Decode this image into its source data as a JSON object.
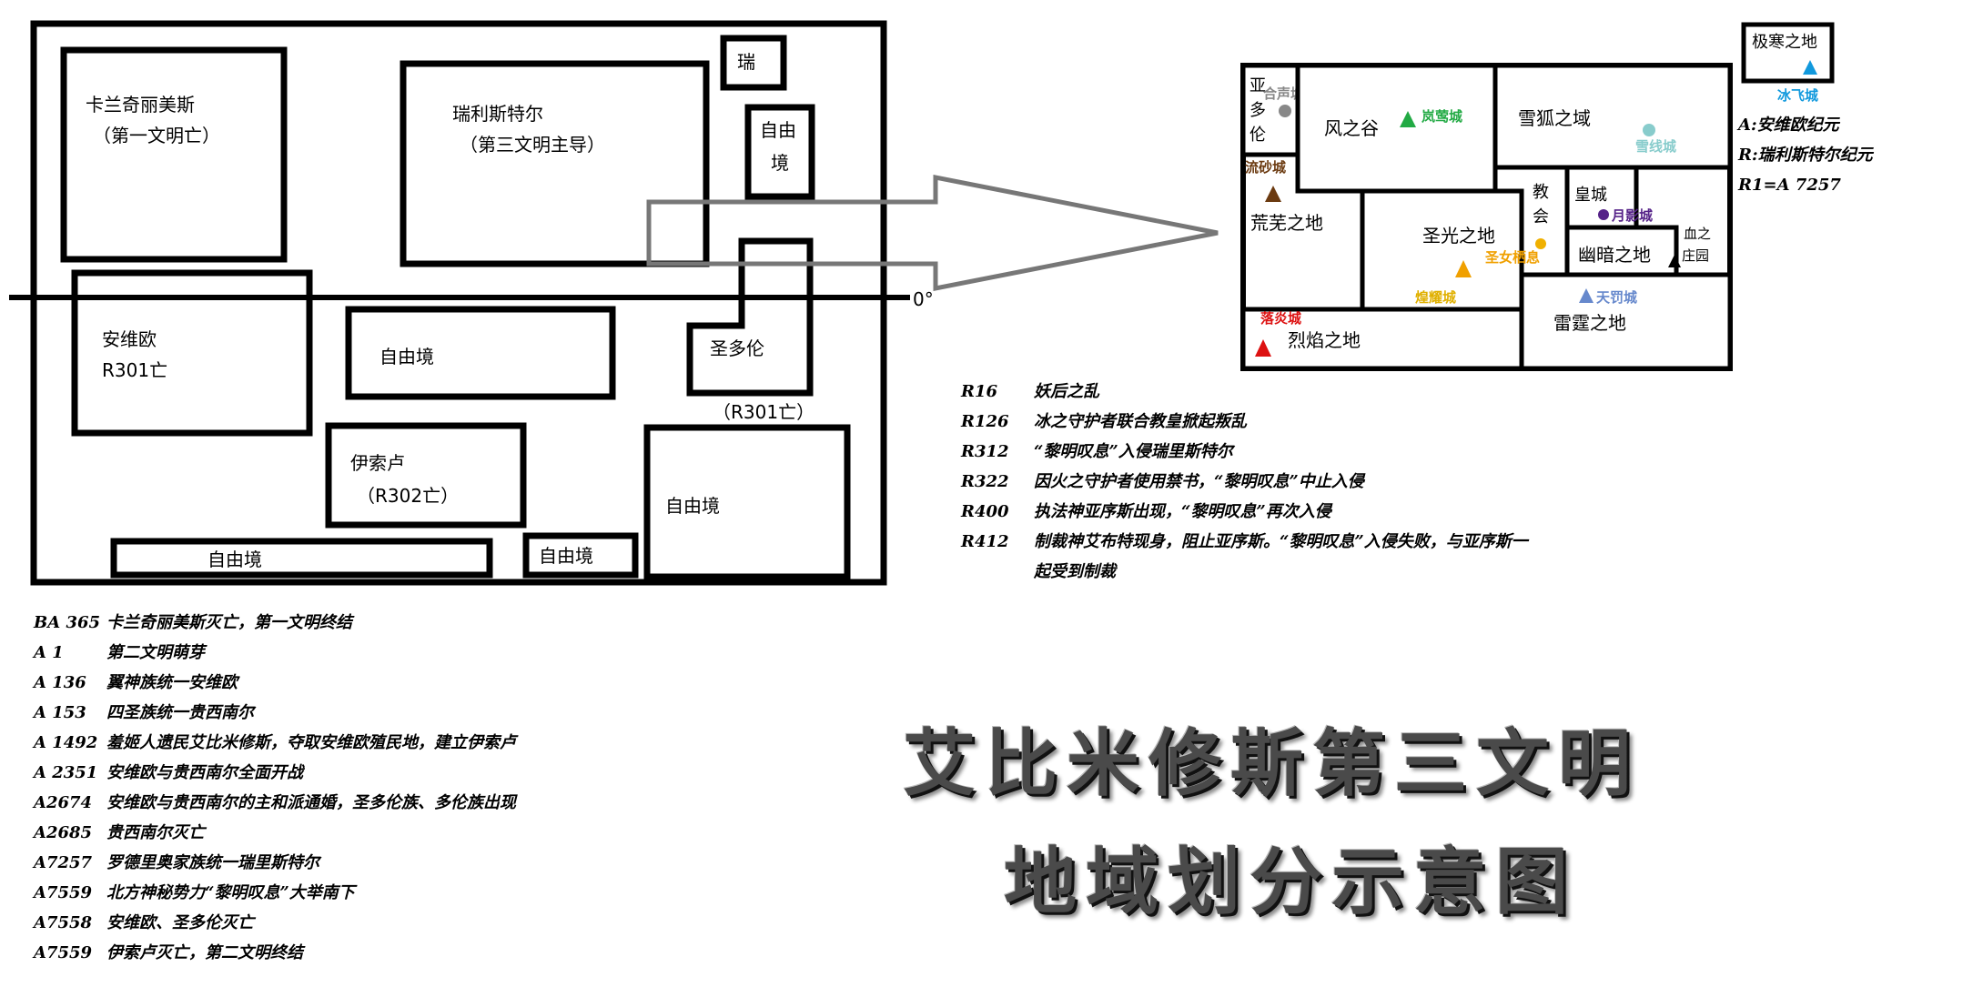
{
  "left_map": {
    "regions": {
      "kalanqi": [
        "卡兰奇丽美斯",
        "（第一文明亡）"
      ],
      "ruilisi": [
        "瑞利斯特尔",
        "（第三文明主导）"
      ],
      "rui": "瑞",
      "ziyou_top": [
        "自由",
        "境"
      ],
      "anweiou": [
        "安维欧",
        "R301亡"
      ],
      "ziyou_mid": "自由境",
      "shengduolun": "圣多伦",
      "shengduolun_status": "（R301亡）",
      "yisuolu": [
        "伊索卢",
        "（R302亡）"
      ],
      "ziyou_right": "自由境",
      "ziyou_bottom_long": "自由境",
      "ziyou_bottom_small": "自由境"
    },
    "equator_label": "0°"
  },
  "right_map": {
    "jihan": "极寒之地",
    "bingfei_city": "冰飞城",
    "yaduolun": [
      "亚",
      "多",
      "伦"
    ],
    "hesheng_city": "合声城",
    "fengzhigu": "风之谷",
    "lanying_city": "岚莺城",
    "xuehu": "雪狐之域",
    "xuexian_city": "雪线城",
    "liusha_city": "流砂城",
    "huangwu": "荒芜之地",
    "shengguang": "圣光之地",
    "shengnv": "圣女栖息",
    "jiaohui": [
      "教",
      "会"
    ],
    "huangcheng": "皇城",
    "yueying_city": "月影城",
    "xuezhi": [
      "血之",
      "庄园"
    ],
    "youan": "幽暗之地",
    "luoyan_city": "落炎城",
    "lieyan": "烈焰之地",
    "huangyao_city": "煌耀城",
    "tianfa_city": "天罚城",
    "leiting": "雷霆之地"
  },
  "legend": [
    "A:安维欧纪元",
    "R:瑞利斯特尔纪元",
    "R1=A 7257"
  ],
  "r_timeline": [
    [
      "R16",
      "妖后之乱"
    ],
    [
      "R126",
      "冰之守护者联合教皇掀起叛乱"
    ],
    [
      "R312",
      "“黎明叹息”入侵瑞里斯特尔"
    ],
    [
      "R322",
      "因火之守护者使用禁书，“黎明叹息”中止入侵"
    ],
    [
      "R400",
      "执法神亚序斯出现，“黎明叹息”再次入侵"
    ],
    [
      "R412",
      "制裁神艾布特现身，阻止亚序斯。“黎明叹息”入侵失败，与亚序斯一"
    ],
    [
      "",
      "起受到制裁"
    ]
  ],
  "a_timeline": [
    [
      "BA 365",
      "卡兰奇丽美斯灭亡，第一文明终结"
    ],
    [
      "A 1",
      "第二文明萌芽"
    ],
    [
      "A 136",
      "翼神族统一安维欧"
    ],
    [
      "A 153",
      "四圣族统一贵西南尔"
    ],
    [
      "A 1492",
      "羞姬人遗民艾比米修斯，夺取安维欧殖民地，建立伊索卢"
    ],
    [
      "A 2351",
      "安维欧与贵西南尔全面开战"
    ],
    [
      "A2674",
      "安维欧与贵西南尔的主和派通婚，圣多伦族、多伦族出现"
    ],
    [
      "A2685",
      "贵西南尔灭亡"
    ],
    [
      "A7257",
      "罗德里奥家族统一瑞里斯特尔"
    ],
    [
      "A7559",
      "北方神秘势力“黎明叹息”大举南下"
    ],
    [
      "A7558",
      "安维欧、圣多伦灭亡"
    ],
    [
      "A7559",
      "伊索卢灭亡，第二文明终结"
    ]
  ],
  "title": [
    "艾比米修斯第三文明",
    "地域划分示意图"
  ],
  "colors": {
    "hesheng": "#888888",
    "lanying": "#22aa44",
    "xuexian": "#88cccc",
    "liusha": "#6b3a10",
    "shengnv": "#f0a000",
    "huangyao": "#e0b000",
    "yueying": "#552288",
    "xuezhi": "#000000",
    "luoyan": "#dd1111",
    "tianfa": "#6688cc",
    "bingfei": "#1199dd"
  }
}
